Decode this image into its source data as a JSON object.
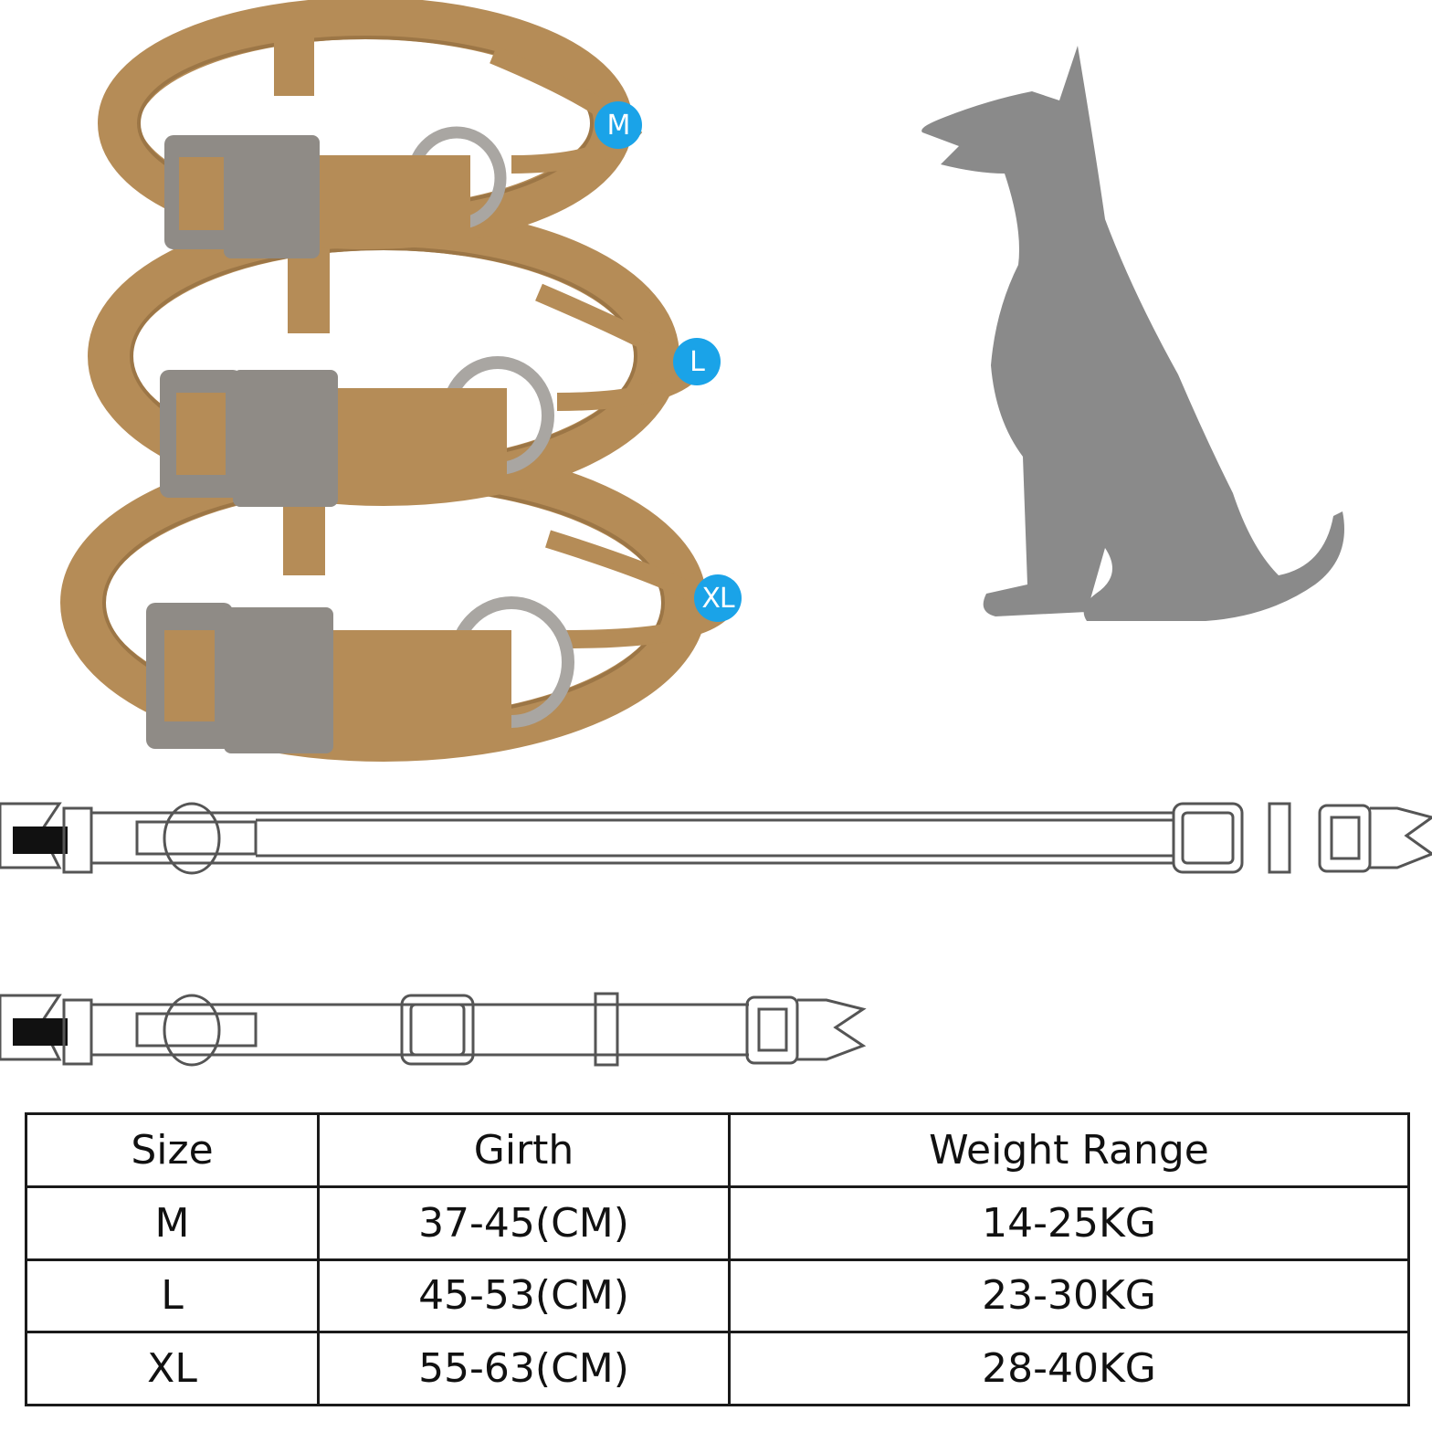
{
  "size_badges": [
    {
      "label": "M",
      "color": "#1aa3e8"
    },
    {
      "label": "L",
      "color": "#1aa3e8"
    },
    {
      "label": "XL",
      "color": "#1aa3e8"
    }
  ],
  "colors": {
    "collar": "#b58c57",
    "buckle": "#8f8b86",
    "dog": "#8a8a8a",
    "outline": "#555555"
  },
  "table": {
    "headers": [
      "Size",
      "Girth",
      "Weight Range"
    ],
    "rows": [
      [
        "M",
        "37-45(CM)",
        "14-25KG"
      ],
      [
        "L",
        "45-53(CM)",
        "23-30KG"
      ],
      [
        "XL",
        "55-63(CM)",
        "28-40KG"
      ]
    ]
  }
}
